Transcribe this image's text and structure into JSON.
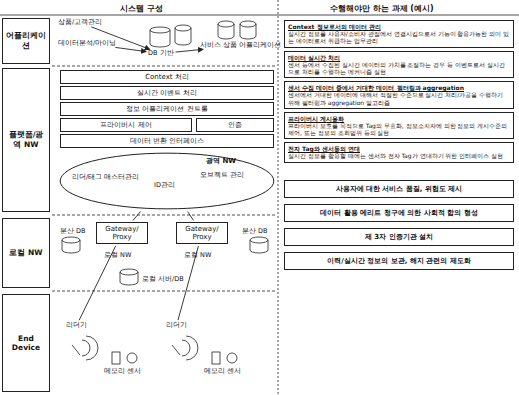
{
  "diagram": {
    "nodes": [
      {
        "text": [
          "어플리케이션"
        ]
      },
      {
        "text": [
          "플랫폼/광역 NW"
        ]
      },
      {
        "text": [
          "로컬 NW"
        ]
      },
      {
        "text": [
          "End Device"
        ]
      },
      {
        "text": [
          "상품/고객관리"
        ]
      },
      {
        "text": [
          "데이터분석/마이닝"
        ]
      },
      {
        "text": [
          "DB 기반"
        ]
      },
      {
        "text": [
          "서비스 상품 어플리케이션"
        ]
      },
      {
        "text": [
          "Context 처리"
        ]
      },
      {
        "text": [
          "실시간 이벤트 처리"
        ]
      },
      {
        "text": [
          "정보 어플리케이션 컨트롤"
        ]
      },
      {
        "text": [
          "프라이버시 제어"
        ]
      },
      {
        "text": [
          "인증"
        ]
      },
      {
        "text": [
          "데이터 변환 인터페이스"
        ]
      },
      {
        "text": [
          "광역 NW"
        ]
      },
      {
        "text": [
          "리더/태그 매스터관리"
        ],
        "in": 14
      },
      {
        "text": [
          "ID관리"
        ],
        "in": 14
      },
      {
        "text": [
          "오브젝트 관리"
        ],
        "in": 14
      },
      {
        "text": [
          "분산 DB"
        ]
      },
      {
        "text": [
          "Gateway/ Proxy"
        ]
      },
      {
        "text": [
          "로컬 NW"
        ]
      },
      {
        "text": [
          "Gateway/ Proxy"
        ]
      },
      {
        "text": [
          "로컬 NW"
        ]
      },
      {
        "text": [
          "분산 DB"
        ]
      },
      {
        "text": [
          "로컬 서버/DB"
        ]
      },
      {
        "text": [
          "리더기"
        ]
      },
      {
        "text": [
          "메모리 센서"
        ]
      },
      {
        "text": [
          "리더기"
        ]
      },
      {
        "text": [
          "메모리 센서"
        ]
      },
      {
        "text": [
          "Context 정보로서의 데이터 관리",
          "실시간 정보를 사용자/소비자 관점에서 연결시킴으로서 기능이 활용가능한 의미 있는 데이터로서 취급하는 업무관리"
        ]
      },
      {
        "text": [
          "데이터 실시간 처리",
          "센서 등에서 수집된 실시간 데이터의 가치를 조절하는 경우 등 이벤트로서 실시간으로 처리를 수행하는 메커니즘 실현"
        ]
      },
      {
        "text": [
          "센서 수집 데이터 중에서 거대한 데이터 필터링과 aggregation",
          "센서에서 거대한 데이터에 대해서 적절한 수준으로 실시간 처리/가공을 수행하기 위해 필터링과 aggregation 알고리즘"
        ]
      },
      {
        "text": [
          "프라이버시 게시용화",
          "프라이버시 보호를 목적으로 Tag의 무효화, 정보소지자에 의한 정보의 게시수준의 제어, 또는 정보의 조회범위 등의 실현"
        ]
      },
      {
        "text": [
          "전자 Tag와 센서등의 연대",
          "실시간 정보를 활용할 때에는 센서와 전자 Tag가 연대하기 위한 인터페이스 실현"
        ]
      },
      {
        "text": [
          "사용자에 대한 서비스 품질, 위험도 제시"
        ]
      },
      {
        "text": [
          "데이터 활용 메리트 청구에 의한 사회적 합의 형성"
        ]
      },
      {
        "text": [
          "제 3자 인증기관 설치"
        ]
      },
      {
        "text": [
          "이력/실시간 정보의 보관, 해지 관련의 제도화"
        ]
      }
    ],
    "edges": [
      {
        "from": 4,
        "to": 6,
        "arrow": "to"
      },
      {
        "from": 5,
        "to": 6,
        "arrow": "to"
      },
      {
        "from": 6,
        "to": 7,
        "arrow": "to"
      },
      {
        "from": 19,
        "to": 14,
        "arrow": "none"
      },
      {
        "from": 21,
        "to": 14,
        "arrow": "none"
      },
      {
        "from": 25,
        "to": 19,
        "arrow": "none"
      },
      {
        "from": 27,
        "to": 21,
        "arrow": "none"
      }
    ],
    "labels": [
      "시스템 구성",
      "수행해야만 하는 과제 (예시)"
    ]
  }
}
